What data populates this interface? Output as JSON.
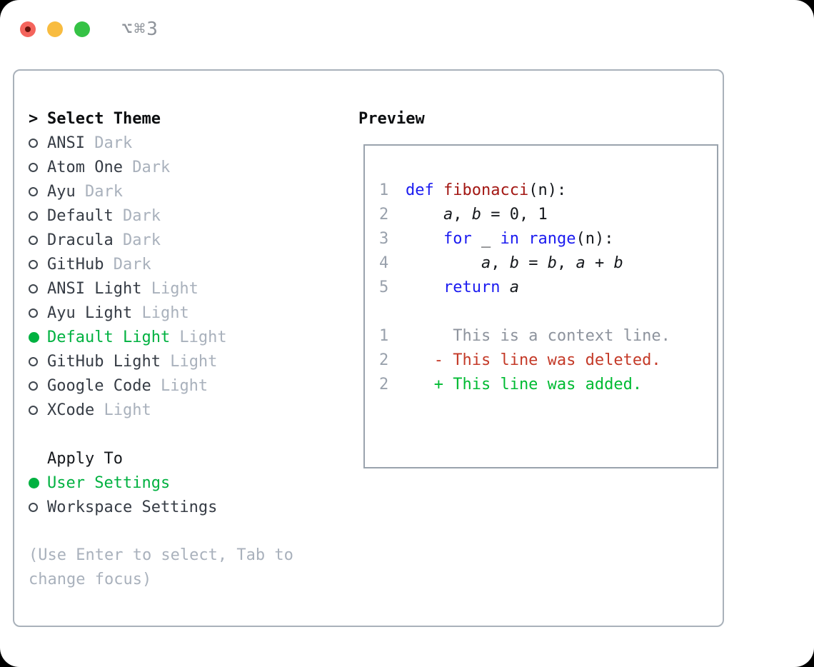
{
  "window": {
    "title": "⌥⌘3"
  },
  "traffic_lights": [
    "close",
    "minimize",
    "zoom"
  ],
  "theme_selector": {
    "prompt": ">",
    "heading": "Select Theme",
    "items": [
      {
        "name": "ANSI",
        "variant": "Dark",
        "selected": false
      },
      {
        "name": "Atom One",
        "variant": "Dark",
        "selected": false
      },
      {
        "name": "Ayu",
        "variant": "Dark",
        "selected": false
      },
      {
        "name": "Default",
        "variant": "Dark",
        "selected": false
      },
      {
        "name": "Dracula",
        "variant": "Dark",
        "selected": false
      },
      {
        "name": "GitHub",
        "variant": "Dark",
        "selected": false
      },
      {
        "name": "ANSI Light",
        "variant": "Light",
        "selected": false
      },
      {
        "name": "Ayu Light",
        "variant": "Light",
        "selected": false
      },
      {
        "name": "Default Light",
        "variant": "Light",
        "selected": true
      },
      {
        "name": "GitHub Light",
        "variant": "Light",
        "selected": false
      },
      {
        "name": "Google Code",
        "variant": "Light",
        "selected": false
      },
      {
        "name": "XCode",
        "variant": "Light",
        "selected": false
      }
    ],
    "apply_to": {
      "heading": "Apply To",
      "options": [
        {
          "label": "User Settings",
          "selected": true
        },
        {
          "label": "Workspace Settings",
          "selected": false
        }
      ]
    },
    "hint": "(Use Enter to select, Tab to change focus)"
  },
  "preview": {
    "heading": "Preview",
    "code_lines": [
      {
        "num": "1",
        "tokens": [
          {
            "text": "def",
            "style": "kw"
          },
          {
            "text": " "
          },
          {
            "text": "fibonacci",
            "style": "fn"
          },
          {
            "text": "(n):"
          }
        ]
      },
      {
        "num": "2",
        "tokens": [
          {
            "text": "    "
          },
          {
            "text": "a",
            "style": "var"
          },
          {
            "text": ", "
          },
          {
            "text": "b",
            "style": "var"
          },
          {
            "text": " = 0, 1"
          }
        ]
      },
      {
        "num": "3",
        "tokens": [
          {
            "text": "    "
          },
          {
            "text": "for",
            "style": "kw"
          },
          {
            "text": " _ "
          },
          {
            "text": "in",
            "style": "kw"
          },
          {
            "text": " "
          },
          {
            "text": "range",
            "style": "kw"
          },
          {
            "text": "(n):"
          }
        ]
      },
      {
        "num": "4",
        "tokens": [
          {
            "text": "        "
          },
          {
            "text": "a",
            "style": "var"
          },
          {
            "text": ", "
          },
          {
            "text": "b",
            "style": "var"
          },
          {
            "text": " = "
          },
          {
            "text": "b",
            "style": "var"
          },
          {
            "text": ", "
          },
          {
            "text": "a",
            "style": "var"
          },
          {
            "text": " + "
          },
          {
            "text": "b",
            "style": "var"
          }
        ]
      },
      {
        "num": "5",
        "tokens": [
          {
            "text": "    "
          },
          {
            "text": "return",
            "style": "kw"
          },
          {
            "text": " "
          },
          {
            "text": "a",
            "style": "var"
          }
        ]
      }
    ],
    "diff_lines": [
      {
        "num": "1",
        "type": "context",
        "text": "     This is a context line."
      },
      {
        "num": "2",
        "type": "deleted",
        "text": "   - This line was deleted."
      },
      {
        "num": "2",
        "type": "added",
        "text": "   + This line was added."
      }
    ]
  },
  "colors": {
    "selected_green": "#00b140",
    "added_green": "#00bb33",
    "deleted_red": "#c43a28",
    "keyword_blue": "#1b1bf0",
    "function_red": "#a31713",
    "muted_gray": "#a9b1bc",
    "line_number_gray": "#99a1ac",
    "panel_border": "#a9b1ba",
    "preview_border": "#9aa3ad",
    "traffic_red": "#f4645c",
    "traffic_yellow": "#f8bc40",
    "traffic_green": "#35c245"
  }
}
